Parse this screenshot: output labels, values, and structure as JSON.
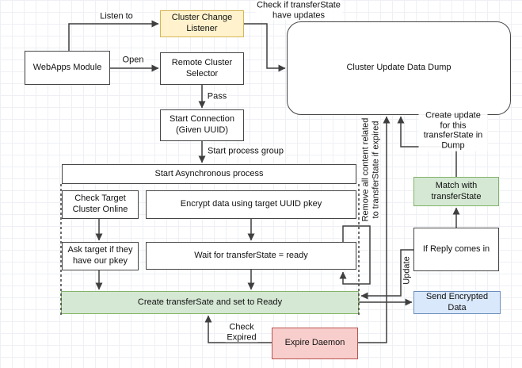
{
  "nodes": {
    "webapps_module": {
      "label": "WebApps Module"
    },
    "cluster_change_listener": {
      "label": "Cluster Change\nListener"
    },
    "remote_cluster_selector": {
      "label": "Remote Cluster\nSelector"
    },
    "start_connection": {
      "label": "Start Connection\n(Given UUID)"
    },
    "cluster_update_data_dump": {
      "label": "Cluster Update Data Dump"
    },
    "start_async_process": {
      "label": "Start Asynchronous process"
    },
    "check_target_online": {
      "label": "Check Target\nCluster Online"
    },
    "encrypt_data": {
      "label": "Encrypt data using target UUID pkey"
    },
    "ask_target_pkey": {
      "label": "Ask target if they\nhave our pkey"
    },
    "wait_transferstate": {
      "label": "Wait for transferState = ready"
    },
    "create_transferstate": {
      "label": "Create transferSate and set to Ready"
    },
    "expire_daemon": {
      "label": "Expire Daemon"
    },
    "match_transferstate": {
      "label": "Match with\ntransferState"
    },
    "if_reply_comes_in": {
      "label": "If Reply comes in"
    },
    "send_encrypted_data": {
      "label": "Send Encrypted Data"
    }
  },
  "edge_labels": {
    "listen_to": "Listen to",
    "open": "Open",
    "check_updates": "Check if transferState\nhave updates",
    "pass": "Pass",
    "start_process_group": "Start process group",
    "check_expired": "Check\nExpired",
    "create_update_for_transferstate": "Create update for this\ntransferState in Dump",
    "remove_content_if_expired": "Remove all content related\nto transferState if expired",
    "update": "Update"
  },
  "colors": {
    "listener_fill": "#fff2cc",
    "listener_border": "#d6b656",
    "green_fill": "#d5e8d4",
    "green_border": "#82b366",
    "expire_fill": "#f8cecc",
    "expire_border": "#b85450",
    "send_fill": "#dae8fc",
    "send_border": "#6c8ebf",
    "edge_stroke": "#3f3f3f"
  }
}
